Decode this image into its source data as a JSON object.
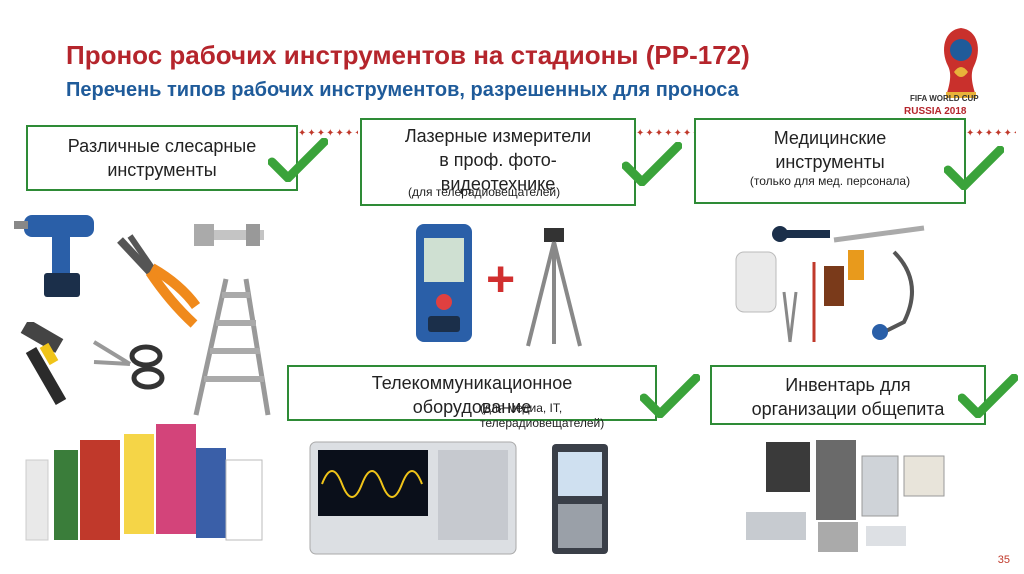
{
  "title": "Пронос рабочих инструментов на стадионы (РР-172)",
  "subtitle": "Перечень типов рабочих инструментов, разрешенных для проноса",
  "logo": {
    "line1": "FIFA WORLD CUP",
    "line2": "RUSSIA 2018"
  },
  "boxes": {
    "locksmith": {
      "line1": "Различные слесарные",
      "line2": "инструменты"
    },
    "laser": {
      "line1": "Лазерные измерители",
      "line2": "в проф. фото-",
      "line3": "видеотехнике",
      "note": "(для телерадиовещателей)"
    },
    "medical": {
      "line1": "Медицинские",
      "line2": "инструменты",
      "note": "(только для мед. персонала)"
    },
    "telecom": {
      "line1": "Телекоммуникационное",
      "line2": "оборудование",
      "note": "(для медиа, IT, телерадиовещателей)"
    },
    "catering": {
      "line1": "Инвентарь для",
      "line2": "организации общепита"
    }
  },
  "plus_sign": "+",
  "page_number": "35",
  "colors": {
    "title": "#b5252c",
    "subtitle": "#1f5b9a",
    "box_border": "#2e8b36",
    "check": "#3aa33a"
  }
}
